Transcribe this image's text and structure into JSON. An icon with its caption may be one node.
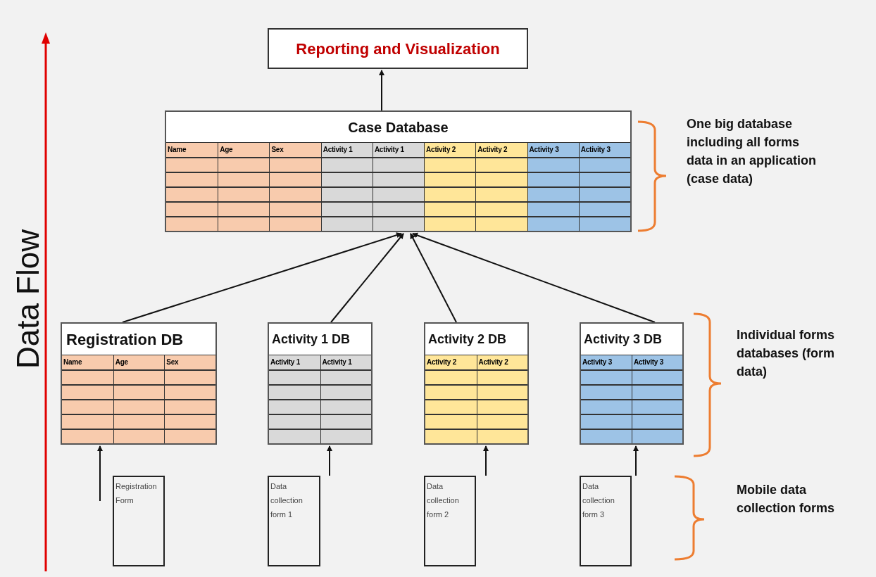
{
  "diagram": {
    "nodes": [
      {
        "text": [
          "Reporting and Visualization"
        ]
      },
      {
        "text": [
          "Case Database",
          "Name",
          "Age",
          "Sex",
          "Activity 1",
          "Activity 1",
          "Activity 2",
          "Activity 2",
          "Activity 3",
          "Activity 3"
        ]
      },
      {
        "text": [
          "Registration DB",
          "Name",
          "Age",
          "Sex"
        ]
      },
      {
        "text": [
          "Activity 1 DB",
          "Activity 1",
          "Activity 1"
        ]
      },
      {
        "text": [
          "Activity 2 DB",
          "Activity 2",
          "Activity 2"
        ]
      },
      {
        "text": [
          "Activity 3 DB",
          "Activity 3",
          "Activity 3"
        ]
      },
      {
        "text": [
          "Registration Form"
        ]
      },
      {
        "text": [
          "Data collection form 1"
        ]
      },
      {
        "text": [
          "Data collection form 2"
        ]
      },
      {
        "text": [
          "Data collection form 3"
        ]
      }
    ],
    "edges": [
      {
        "from": 1,
        "to": 0,
        "arrow": "to"
      },
      {
        "from": 2,
        "to": 1,
        "arrow": "to"
      },
      {
        "from": 3,
        "to": 1,
        "arrow": "to"
      },
      {
        "from": 4,
        "to": 1,
        "arrow": "to"
      },
      {
        "from": 5,
        "to": 1,
        "arrow": "to"
      },
      {
        "from": 6,
        "to": 2,
        "arrow": "to"
      },
      {
        "from": 7,
        "to": 3,
        "arrow": "to"
      },
      {
        "from": 8,
        "to": 4,
        "arrow": "to"
      },
      {
        "from": 9,
        "to": 5,
        "arrow": "to"
      }
    ],
    "labels": [
      "Data Flow",
      "One big database including all forms data in an application (case data)",
      "Individual forms databases (form data)",
      "Mobile data collection forms"
    ]
  }
}
